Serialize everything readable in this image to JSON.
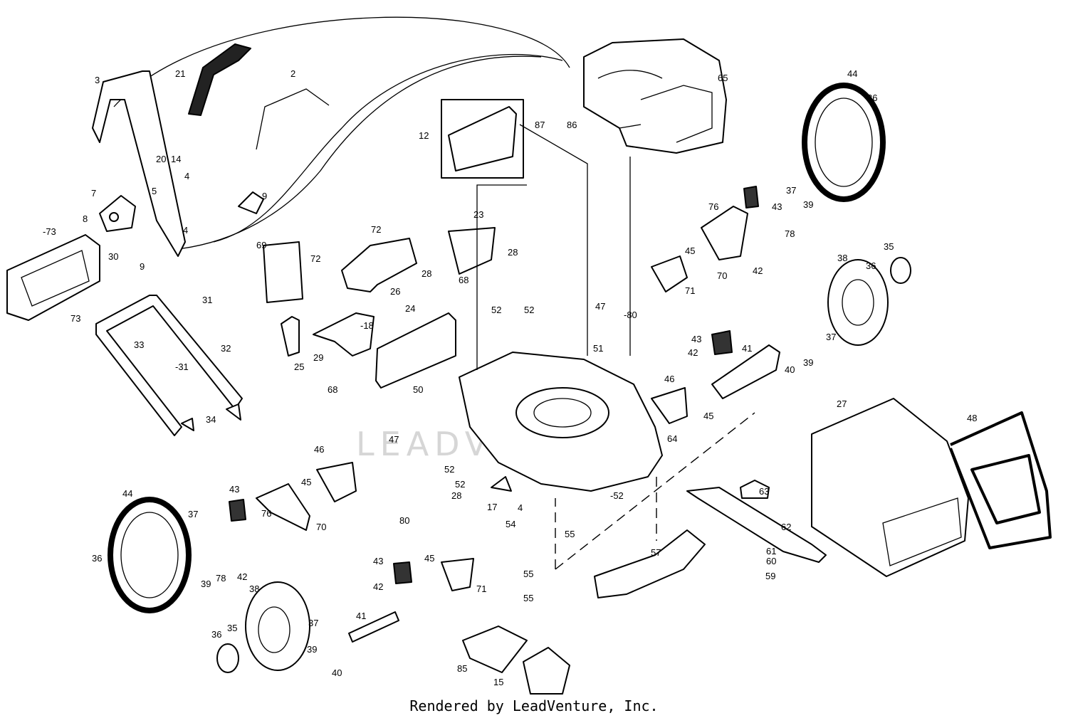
{
  "watermark": "LEADVENTURE",
  "credit": "Rendered by LeadVenture, Inc.",
  "callouts": [
    "3",
    "21",
    "2",
    "14",
    "20",
    "4",
    "5",
    "4",
    "9",
    "7",
    "8",
    "-73",
    "30",
    "9",
    "73",
    "31",
    "-31",
    "33",
    "32",
    "34",
    "69",
    "72",
    "72",
    "26",
    "23",
    "28",
    "28",
    "25",
    "29",
    "-18",
    "24",
    "68",
    "68",
    "12",
    "87",
    "86",
    "65",
    "44",
    "36",
    "37",
    "43",
    "39",
    "76",
    "78",
    "45",
    "70",
    "42",
    "71",
    "47",
    "-80",
    "51",
    "52",
    "52",
    "38",
    "35",
    "36",
    "37",
    "43",
    "42",
    "41",
    "40",
    "39",
    "46",
    "45",
    "50",
    "47",
    "64",
    "52",
    "52",
    "28",
    "17",
    "4",
    "-52",
    "80",
    "54",
    "55",
    "55",
    "55",
    "46",
    "45",
    "70",
    "43",
    "37",
    "44",
    "36",
    "39",
    "78",
    "42",
    "76",
    "38",
    "36",
    "35",
    "39",
    "40",
    "37",
    "41",
    "42",
    "43",
    "45",
    "71",
    "57",
    "63",
    "62",
    "61",
    "60",
    "59",
    "27",
    "48",
    "85",
    "15"
  ]
}
